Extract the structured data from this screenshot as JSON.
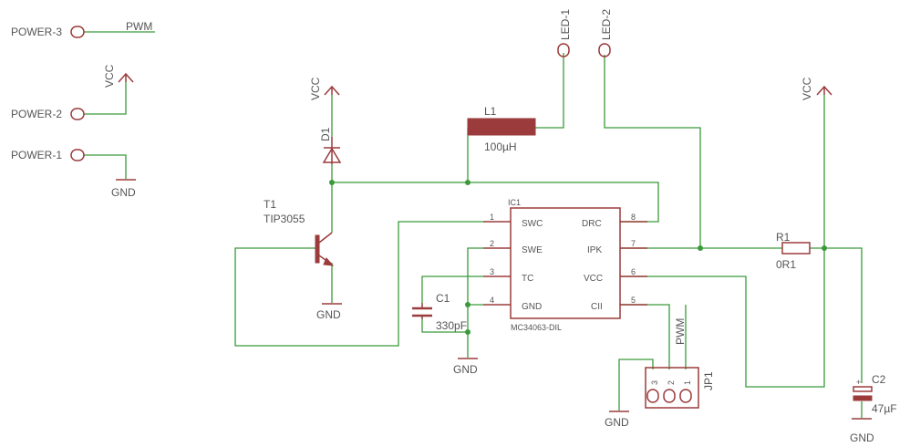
{
  "connectors": {
    "power3": "POWER-3",
    "power2": "POWER-2",
    "power1": "POWER-1",
    "led1": "LED-1",
    "led2": "LED-2"
  },
  "nets": {
    "pwm": "PWM",
    "vcc": "VCC",
    "gnd": "GND"
  },
  "components": {
    "d1": {
      "name": "D1"
    },
    "t1": {
      "name": "T1",
      "value": "TIP3055"
    },
    "l1": {
      "name": "L1",
      "value": "100µH"
    },
    "ic1": {
      "name": "IC1",
      "value": "MC34063-DIL",
      "pins_left": [
        {
          "num": "1",
          "label": "SWC"
        },
        {
          "num": "2",
          "label": "SWE"
        },
        {
          "num": "3",
          "label": "TC"
        },
        {
          "num": "4",
          "label": "GND"
        }
      ],
      "pins_right": [
        {
          "num": "8",
          "label": "DRC"
        },
        {
          "num": "7",
          "label": "IPK"
        },
        {
          "num": "6",
          "label": "VCC"
        },
        {
          "num": "5",
          "label": "CII"
        }
      ]
    },
    "c1": {
      "name": "C1",
      "value": "330pF"
    },
    "r1": {
      "name": "R1",
      "value": "0R1"
    },
    "c2": {
      "name": "C2",
      "value": "47µF",
      "polarity": "+"
    },
    "jp1": {
      "name": "JP1",
      "pins": [
        "3",
        "2",
        "1"
      ]
    }
  }
}
